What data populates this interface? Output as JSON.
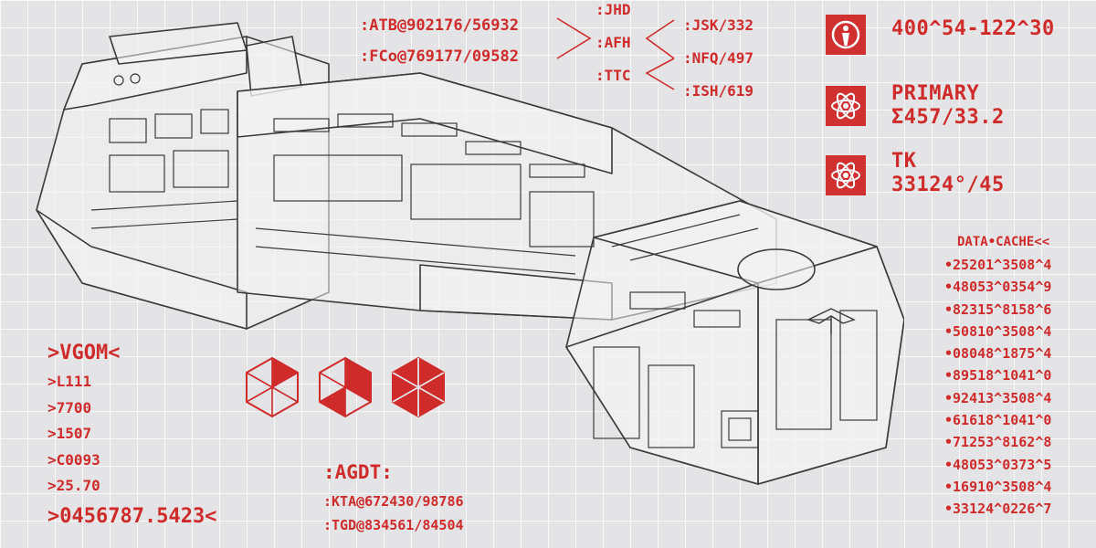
{
  "header_codes": {
    "left": [
      ":ATB@902176/56932",
      ":FCo@769177/09582"
    ],
    "middle": [
      ":JHD",
      ":AFH",
      ":TTC"
    ],
    "right": [
      ":JSK/332",
      ":NFQ/497",
      ":ISH/619"
    ]
  },
  "status": [
    {
      "icon": "crosshair-person-icon",
      "lines": [
        "400^54-122^30"
      ]
    },
    {
      "icon": "atom-icon",
      "lines": [
        "PRIMARY",
        "Σ457/33.2"
      ]
    },
    {
      "icon": "atom-icon",
      "lines": [
        "TK",
        "33124°/45"
      ]
    }
  ],
  "data_cache": {
    "title": "DATA•CACHE<<",
    "items": [
      "•25201^3508^4",
      "•48053^0354^9",
      "•82315^8158^6",
      "•50810^3508^4",
      "•08048^1875^4",
      "•89518^1041^0",
      "•92413^3508^4",
      "•61618^1041^0",
      "•71253^8162^8",
      "•48053^0373^5",
      "•16910^3508^4",
      "•33124^0226^7"
    ]
  },
  "vgom": {
    "title": ">VGOM<",
    "items": [
      ">L111",
      ">7700",
      ">1507",
      ">C0093",
      ">25.70"
    ],
    "big": ">0456787.5423<"
  },
  "agdt": {
    "title": ":AGDT:",
    "items": [
      ":KTA@672430/98786",
      ":TGD@834561/84504"
    ]
  },
  "colors": {
    "accent": "#cf2b2b",
    "grid": "#ffffff",
    "background": "#e4e4e6",
    "ink": "#3a3a3a"
  }
}
